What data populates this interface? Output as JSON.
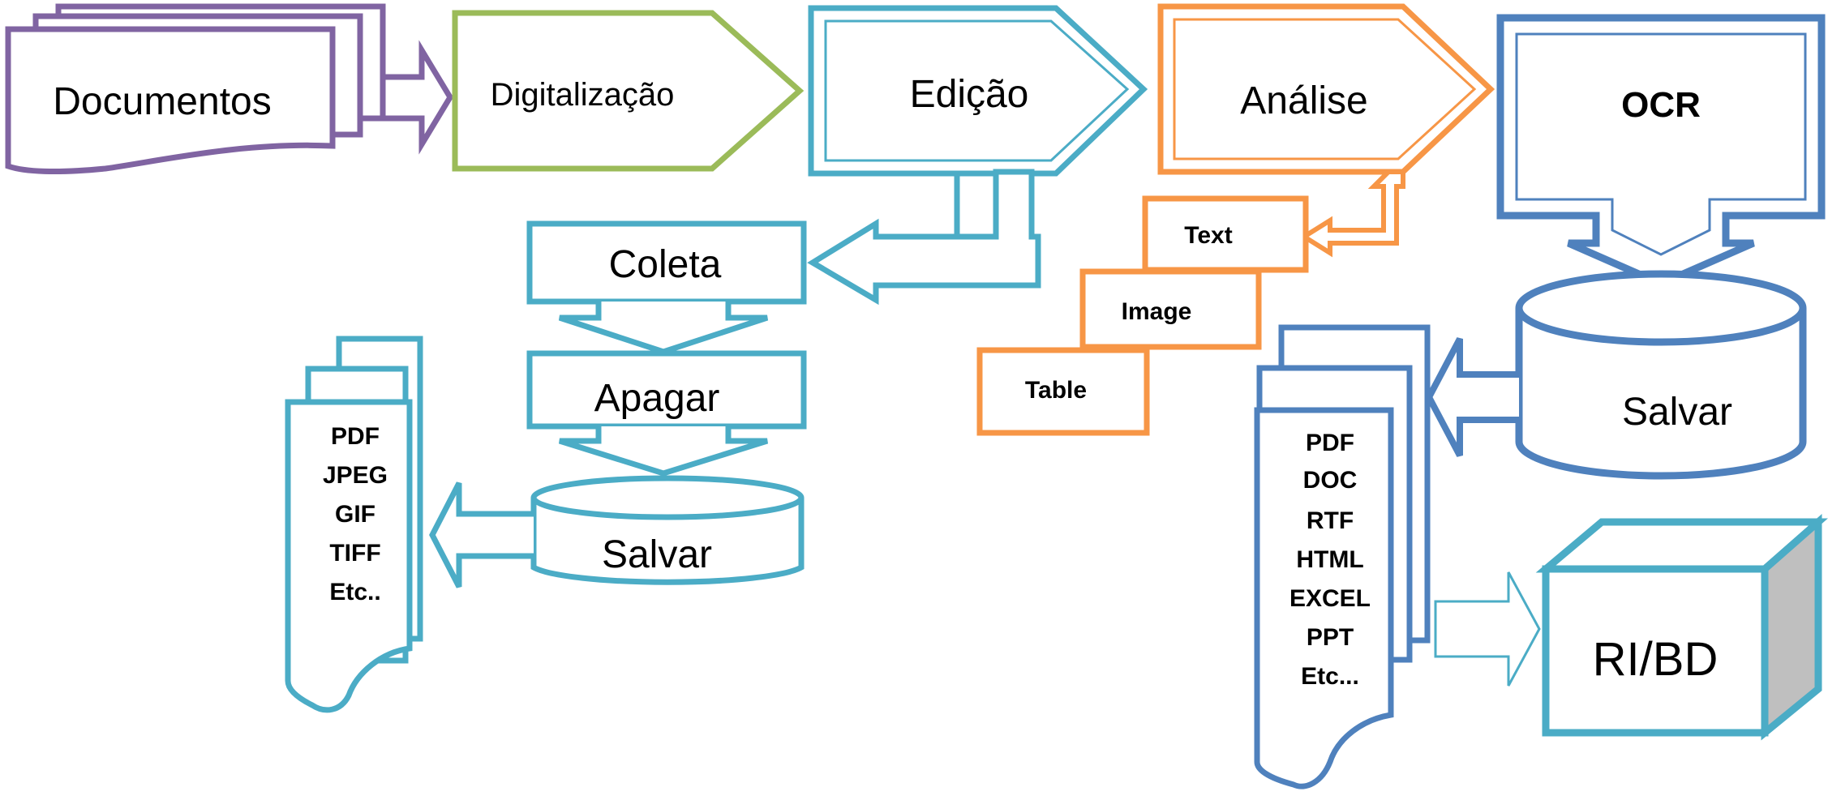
{
  "colors": {
    "purple": "#8064a2",
    "green": "#9bbb59",
    "cyan": "#4bacc6",
    "orange": "#f79646",
    "blue": "#4f81bd",
    "grey": "#bfbfbf"
  },
  "flow": {
    "documentos": "Documentos",
    "digitalizacao": "Digitalização",
    "edicao": "Edição",
    "analise": "Análise",
    "ocr": "OCR"
  },
  "left_branch": {
    "coleta": "Coleta",
    "apagar": "Apagar",
    "salvar": "Salvar",
    "formats": [
      "PDF",
      "JPEG",
      "GIF",
      "TIFF",
      "Etc.."
    ]
  },
  "analysis_types": [
    "Text",
    "Image",
    "Table"
  ],
  "right_branch": {
    "salvar": "Salvar",
    "formats": [
      "PDF",
      "DOC",
      "RTF",
      "HTML",
      "EXCEL",
      "PPT",
      "Etc..."
    ],
    "destination": "RI/BD"
  }
}
